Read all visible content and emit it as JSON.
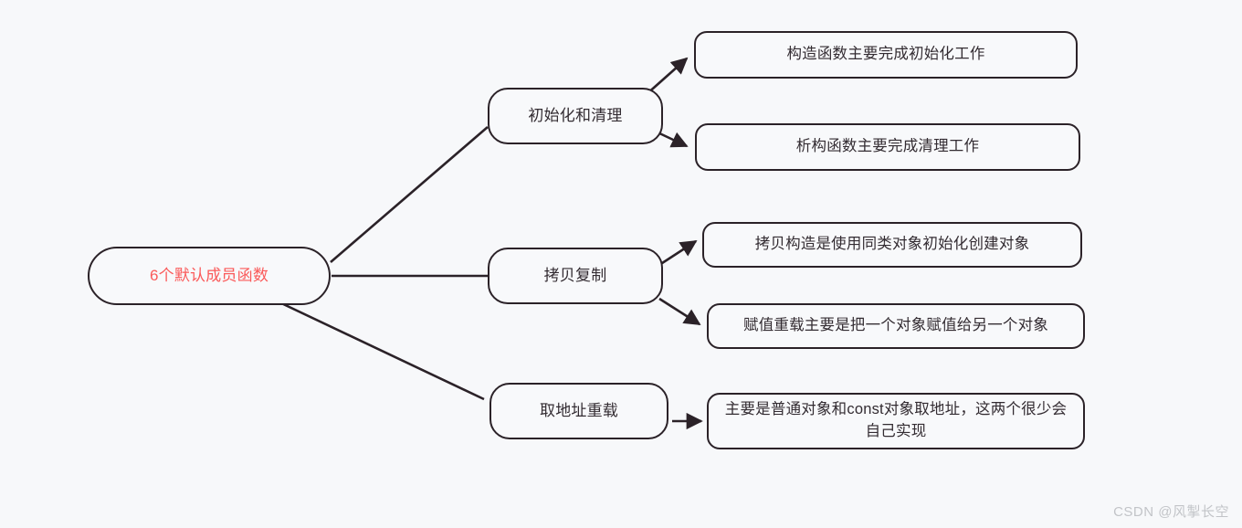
{
  "diagram": {
    "title": "6个默认成员函数",
    "background_color": "#f7f8fa",
    "border_color": "#2b2228",
    "root_text_color": "#fa5a5a",
    "node_text_color": "#332c32",
    "root": {
      "label": "6个默认成员函数"
    },
    "branches": [
      {
        "label": "初始化和清理",
        "leaves": [
          {
            "label": "构造函数主要完成初始化工作"
          },
          {
            "label": "析构函数主要完成清理工作"
          }
        ]
      },
      {
        "label": "拷贝复制",
        "leaves": [
          {
            "label": "拷贝构造是使用同类对象初始化创建对象"
          },
          {
            "label": "赋值重载主要是把一个对象赋值给另一个对象"
          }
        ]
      },
      {
        "label": "取地址重载",
        "leaves": [
          {
            "label": "主要是普通对象和const对象取地址，这两个很少会自己实现"
          }
        ]
      }
    ]
  },
  "watermark": {
    "text": "CSDN @风掣长空"
  }
}
